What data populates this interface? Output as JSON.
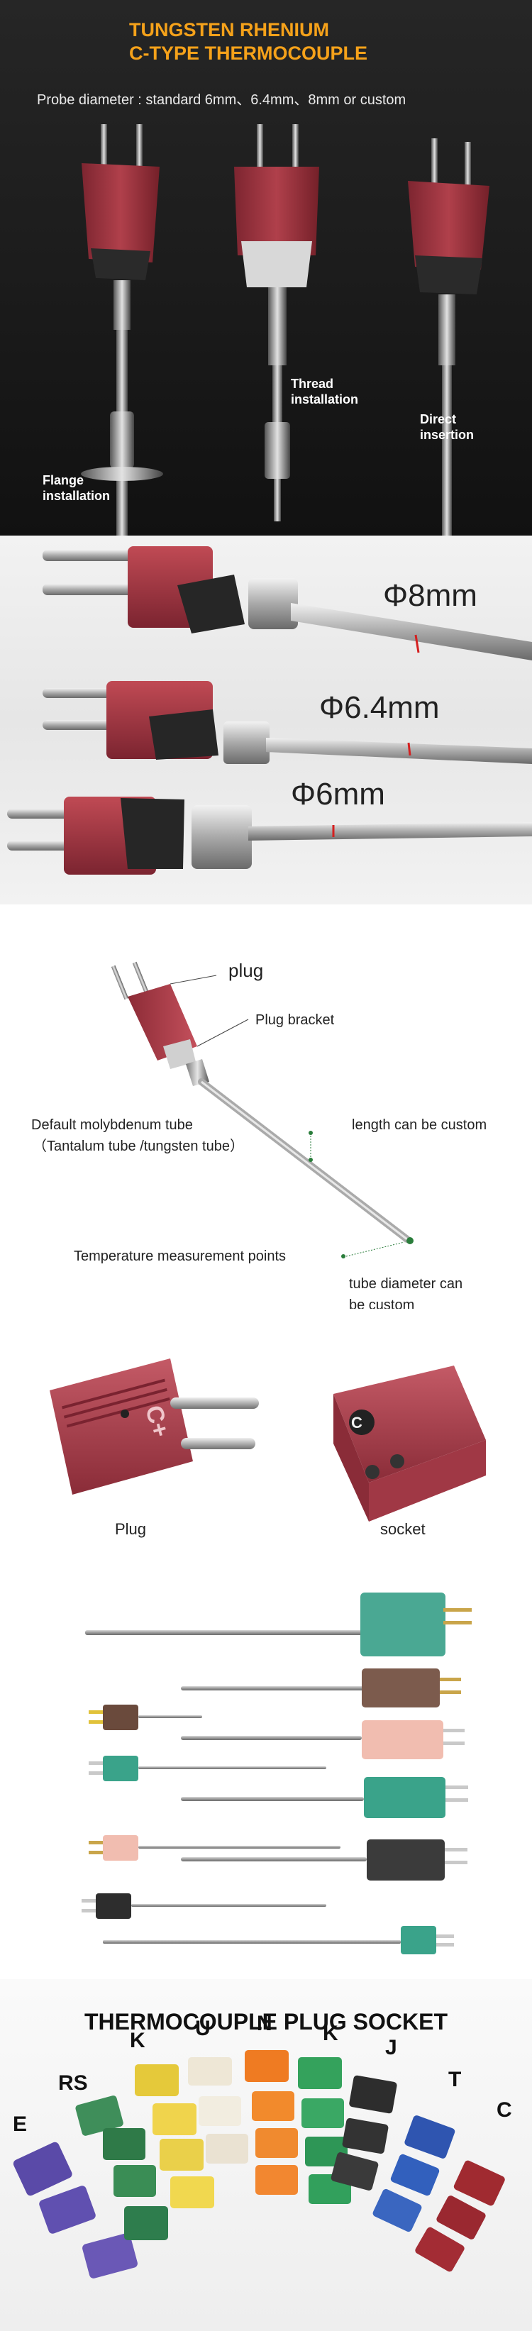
{
  "hero": {
    "title_line1": "TUNGSTEN RHENIUM",
    "title_line2": "C-TYPE THERMOCOUPLE",
    "subtitle": "Probe diameter : standard 6mm、6.4mm、8mm or custom",
    "labels": {
      "flange": "Flange\ninstallation",
      "thread": "Thread\ninstallation",
      "direct": "Direct\ninsertion"
    }
  },
  "sizes": {
    "s8": "Φ8mm",
    "s64": "Φ6.4mm",
    "s6": "Φ6mm"
  },
  "diagram": {
    "plug": "plug",
    "plug_bracket": "Plug bracket",
    "default_tube": "Default molybdenum tube",
    "tube_alt": "（Tantalum tube /tungsten tube）",
    "length_custom": "length can be custom",
    "temp_points": "Temperature measurement points",
    "diameter_custom": "tube diameter can\nbe custom"
  },
  "plug_socket": {
    "plug": "Plug",
    "socket": "socket"
  },
  "types": {
    "title": "THERMOCOUPLE PLUG SOCKET",
    "letters": [
      "E",
      "RS",
      "K",
      "U",
      "N",
      "K",
      "J",
      "T",
      "C"
    ]
  },
  "colors": {
    "accent": "#f6a21a",
    "connector_red": "#a23a44"
  }
}
